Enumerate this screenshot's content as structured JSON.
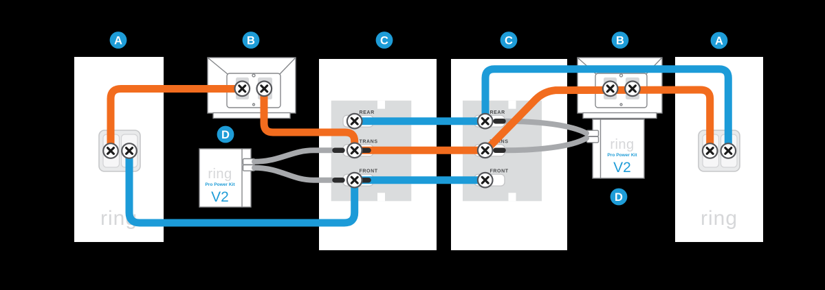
{
  "markers": {
    "doorbell": "A",
    "transformer": "B",
    "chime": "C",
    "power_kit": "D"
  },
  "terminals": {
    "rear": "REAR",
    "trans": "TRANS",
    "front": "FRONT"
  },
  "brand": {
    "logo": "ring"
  },
  "power_kit": {
    "logo": "ring",
    "product": "Pro Power Kit",
    "version": "V2"
  },
  "colors": {
    "background": "#000000",
    "panel": "#FFFFFF",
    "plate_gray": "#DADCDD",
    "wire_orange": "#F26C1E",
    "wire_blue": "#1C9BD8",
    "wire_gray": "#A7A9AC",
    "wire_tip": "#2B2B2C",
    "accent_blue": "#1E9CD7",
    "logo_gray": "#D6D7D9",
    "label_text": "#4A4B4D",
    "outline_gray": "#85878A",
    "pad_gray": "#D8D9DB",
    "tab_stroke": "#C5C6C8"
  }
}
